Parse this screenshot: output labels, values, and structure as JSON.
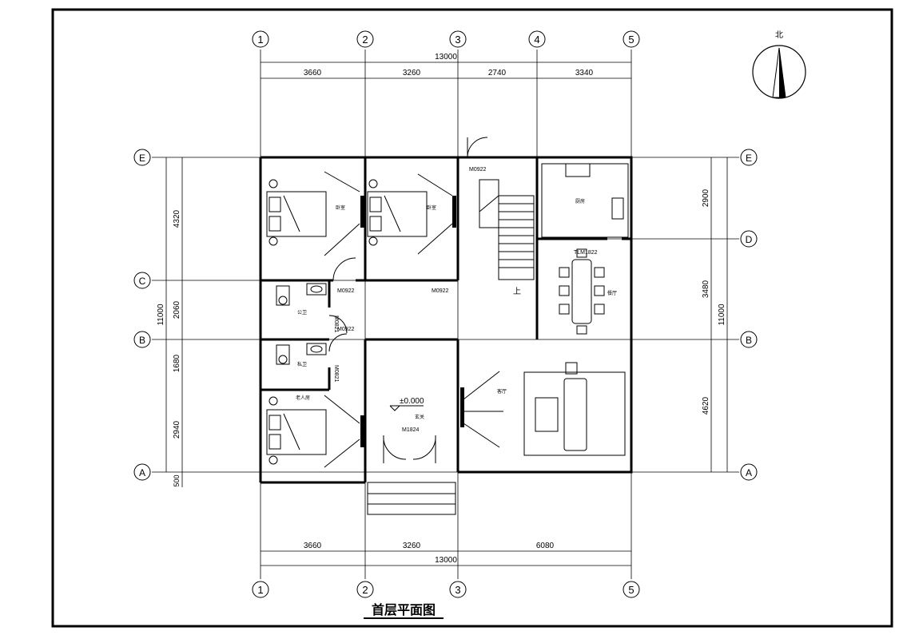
{
  "drawing": {
    "title": "首层平面图",
    "north_label": "北",
    "elevation_mark": "±0.000"
  },
  "axes": {
    "vertical": [
      "1",
      "2",
      "3",
      "4",
      "5"
    ],
    "horizontal": [
      "E",
      "D",
      "C",
      "B",
      "A"
    ]
  },
  "dimensions": {
    "top_total": "13000",
    "top_segments": [
      "3660",
      "3260",
      "2740",
      "3340"
    ],
    "bottom_total": "13000",
    "bottom_segments": [
      "3660",
      "3260",
      "6080"
    ],
    "left_total": "11000",
    "left_segments": [
      "4320",
      "2060",
      "1680",
      "2940",
      "500"
    ],
    "right_total": "11000",
    "right_segments": [
      "2900",
      "3480",
      "4620"
    ]
  },
  "rooms": {
    "bedroom_1": "卧室",
    "bedroom_2": "卧室",
    "kitchen": "厨房",
    "dining": "餐厅",
    "public_bath": "公卫",
    "private_bath": "私卫",
    "elder_room": "老人房",
    "foyer": "玄关",
    "living": "客厅",
    "stair_up": "上"
  },
  "doors": {
    "d_stair": "M0922",
    "d_bed1": "M0922",
    "d_bed2": "M0922",
    "d_pubbath": "M0821",
    "d_hall": "M0922",
    "d_privbath": "M0821",
    "d_entry": "M1824",
    "d_dining": "TLM1822"
  }
}
